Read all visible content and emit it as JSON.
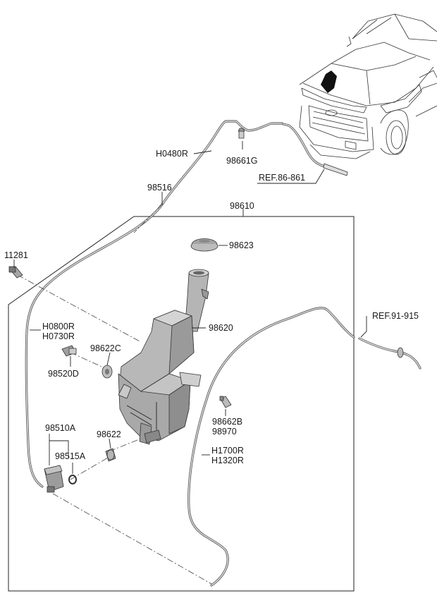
{
  "labels": {
    "h0480r": "H0480R",
    "p98661g": "98661G",
    "ref_86_861": "REF.86-861",
    "p98516": "98516",
    "p98610": "98610",
    "p98623": "98623",
    "p11281": "11281",
    "p98620": "98620",
    "ref_91_915": "REF.91-915",
    "h0800r": "H0800R",
    "h0730r": "H0730R",
    "p98622c": "98622C",
    "p98520d": "98520D",
    "p98662b": "98662B",
    "p98970": "98970",
    "p98510a": "98510A",
    "p98622": "98622",
    "p98515a": "98515A",
    "h1700r": "H1700R",
    "h1320r": "H1320R"
  },
  "colors": {
    "line": "#222222",
    "hose": "#555555",
    "tank_light": "#c8c8c8",
    "tank_mid": "#a9a9a9",
    "tank_dark": "#8a8a8a",
    "car_highlight": "#111111"
  }
}
